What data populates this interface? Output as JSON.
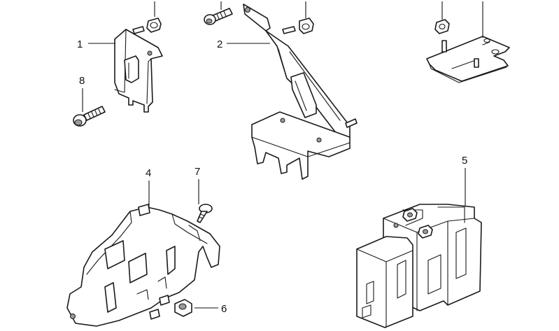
{
  "callouts": {
    "c1": "1",
    "c2": "2",
    "c4": "4",
    "c5": "5",
    "c6": "6",
    "c7": "7",
    "c8": "8"
  }
}
